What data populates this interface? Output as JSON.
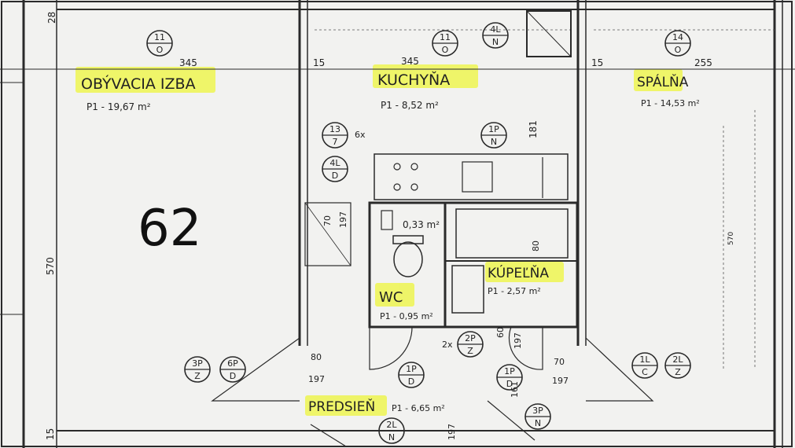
{
  "apartment": {
    "number": "62"
  },
  "rooms": [
    {
      "id": "obyvacia",
      "name": "OBÝVACIA IZBA",
      "area": "P1 - 19,67 m²"
    },
    {
      "id": "kuchyna",
      "name": "KUCHYŇA",
      "area": "P1 - 8,52 m²"
    },
    {
      "id": "spalna",
      "name": "SPÁLŇA",
      "area": "P1 - 14,53 m²"
    },
    {
      "id": "wc",
      "name": "WC",
      "area": "P1 - 0,95 m²"
    },
    {
      "id": "kupelna",
      "name": "KÚPEĽŇA",
      "area": "P1 - 2,57 m²"
    },
    {
      "id": "predsien",
      "name": "PREDSIEŇ",
      "area": "P1 - 6,65 m²"
    }
  ],
  "dimensions": {
    "top_left": "28",
    "living_width": "345",
    "kitchen_width": "345",
    "bedroom_width": "255",
    "wall_15_a": "15",
    "wall_15_b": "15",
    "living_height": "570",
    "bedroom_height": "570",
    "bottom_left": "15",
    "kitchen_depth": "181"
  },
  "small_labels": {
    "shaft_area": "0,33 m²",
    "cabinet_6x": "6x",
    "door_a1": "70",
    "door_a2": "197",
    "door_b1": "80",
    "door_b2": "197",
    "door_c1": "70",
    "door_c2": "197",
    "door_d1": "60",
    "door_d2": "197",
    "door_e1": "197",
    "door_f1": "80",
    "door_g1": "161",
    "window_2x": "2x"
  },
  "markers": [
    {
      "id": "m1",
      "top": "11",
      "bottom": "O"
    },
    {
      "id": "m2",
      "top": "11",
      "bottom": "O"
    },
    {
      "id": "m3",
      "top": "4L",
      "bottom": "N"
    },
    {
      "id": "m4",
      "top": "14",
      "bottom": "O"
    },
    {
      "id": "m5",
      "top": "13",
      "bottom": "7"
    },
    {
      "id": "m6",
      "top": "4L",
      "bottom": "D"
    },
    {
      "id": "m7",
      "top": "1P",
      "bottom": "N"
    },
    {
      "id": "m8",
      "top": "2P",
      "bottom": "Z"
    },
    {
      "id": "m9",
      "top": "6P",
      "bottom": "D"
    },
    {
      "id": "m10",
      "top": "1P",
      "bottom": "D"
    },
    {
      "id": "m11",
      "top": "3P",
      "bottom": "Z"
    },
    {
      "id": "m12",
      "top": "1P",
      "bottom": "D"
    },
    {
      "id": "m13",
      "top": "1L",
      "bottom": "C"
    },
    {
      "id": "m14",
      "top": "2L",
      "bottom": "Z"
    },
    {
      "id": "m15",
      "top": "2L",
      "bottom": "N"
    },
    {
      "id": "m16",
      "top": "3P",
      "bottom": "N"
    }
  ],
  "colors": {
    "highlight": "#eef55a",
    "line": "#2a2a2a",
    "paper": "#f2f2f0"
  }
}
